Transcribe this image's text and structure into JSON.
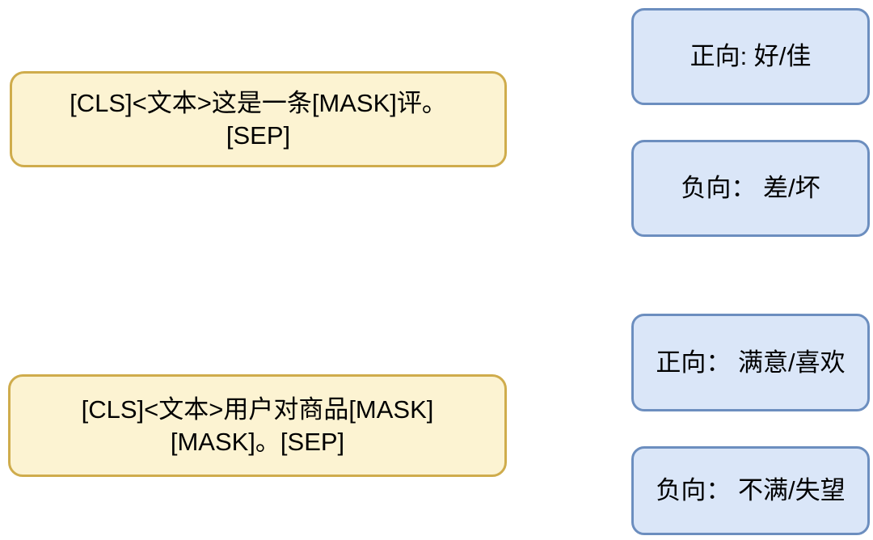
{
  "diagram": {
    "description_colors": {
      "prompt_fill": "#FCF3D2",
      "prompt_border": "#CFAC4C",
      "label_fill": "#DAE6F8",
      "label_border": "#6C8EBF",
      "text": "#000000",
      "background": "#FFFFFF"
    },
    "prompts": [
      {
        "lines": [
          "[CLS]<文本>这是一条[MASK]评。",
          "[SEP]"
        ]
      },
      {
        "lines": [
          "[CLS]<文本>用户对商品[MASK]",
          "[MASK]。[SEP]"
        ]
      }
    ],
    "labels": [
      {
        "text": "正向: 好/佳"
      },
      {
        "text": "负向： 差/坏"
      },
      {
        "text": "正向： 满意/喜欢"
      },
      {
        "text": "负向： 不满/失望"
      }
    ]
  }
}
